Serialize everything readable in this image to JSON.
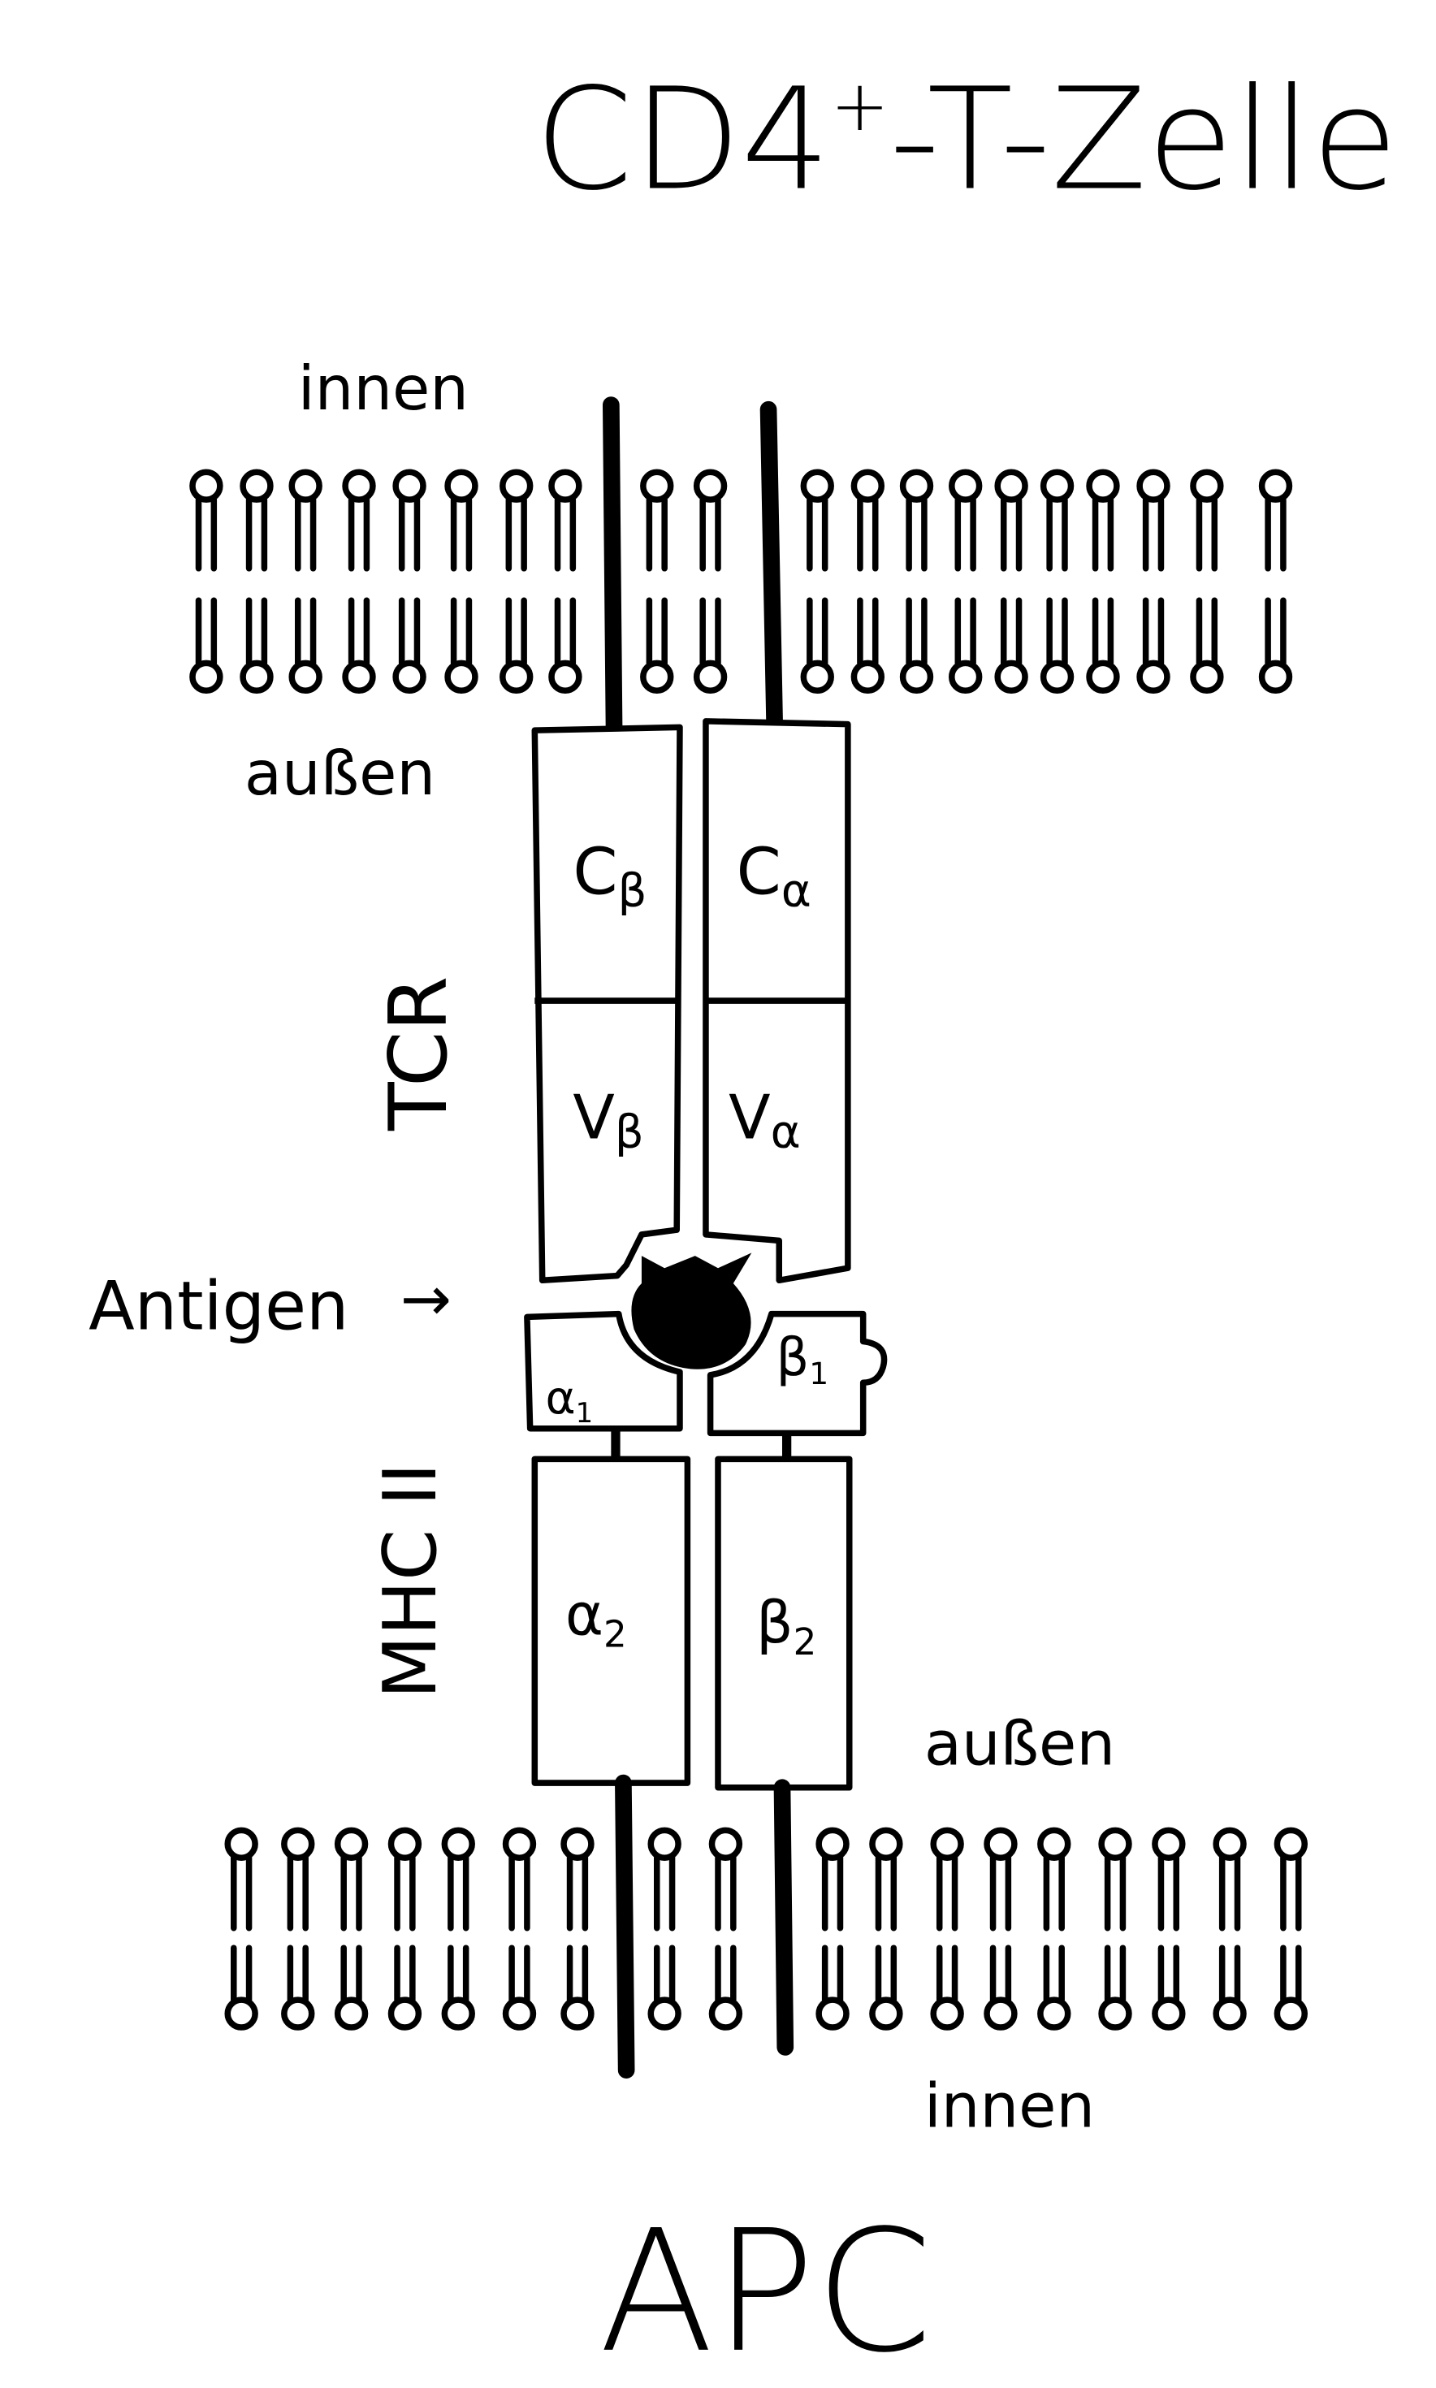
{
  "title": "CD4+-T-Zelle",
  "title_parts": {
    "base": "CD4",
    "sup": "+",
    "rest": "-T-Zelle"
  },
  "labels": {
    "top_inside": "innen",
    "top_outside": "außen",
    "bottom_outside": "außen",
    "bottom_inside": "innen",
    "tcr": "TCR",
    "mhc": "MHC II",
    "antigen": "Antigen",
    "antigen_arrow": "→",
    "apc": "APC"
  },
  "tcr_domains": {
    "c_beta": {
      "base": "C",
      "sym": "β"
    },
    "c_alpha": {
      "base": "C",
      "sym": "α"
    },
    "v_beta": {
      "base": "V",
      "sym": "β"
    },
    "v_alpha": {
      "base": "V",
      "sym": "α"
    }
  },
  "mhc_domains": {
    "alpha1": {
      "sym": "α",
      "sub": "1"
    },
    "beta1": {
      "sym": "β",
      "sub": "1"
    },
    "alpha2": {
      "sym": "α",
      "sub": "2"
    },
    "beta2": {
      "sym": "β",
      "sub": "2"
    }
  },
  "colors": {
    "ink": "#000000",
    "background": "#ffffff"
  }
}
